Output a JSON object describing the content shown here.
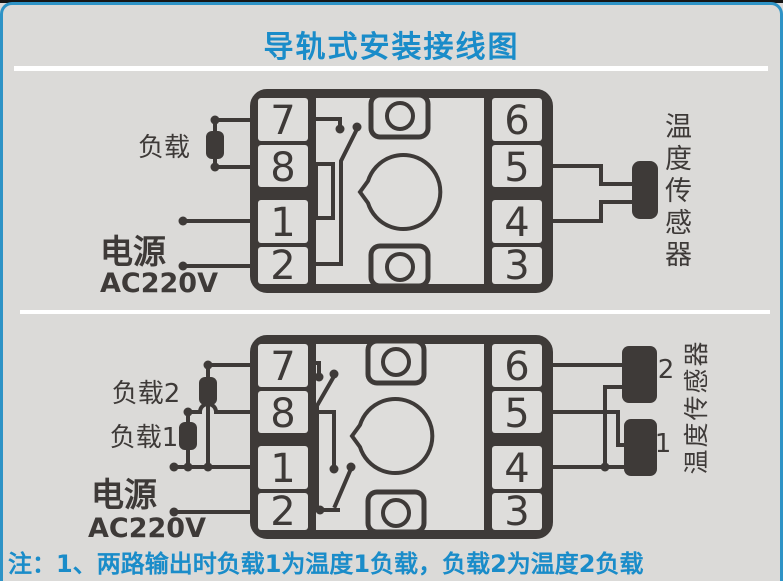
{
  "title": "导轨式安装接线图",
  "note": "注：1、两路输出时负载1为温度1负载，负载2为温度2负载",
  "colors": {
    "accent_blue": "#1a8cc9",
    "frame_blue": "#2e93c6",
    "ink": "#3e3a38",
    "background": "#dbdad8",
    "divider": "#ffffff"
  },
  "diagram_top": {
    "left_terminals": [
      "7",
      "8",
      "1",
      "2"
    ],
    "right_terminals": [
      "6",
      "5",
      "4",
      "3"
    ],
    "load_label": "负载",
    "power_label": "电源",
    "power_voltage": "AC220V",
    "sensor_label": "温度传感器"
  },
  "diagram_bottom": {
    "left_terminals": [
      "7",
      "8",
      "1",
      "2"
    ],
    "right_terminals": [
      "6",
      "5",
      "4",
      "3"
    ],
    "load2_label": "负载2",
    "load1_label": "负载1",
    "power_label": "电源",
    "power_voltage": "AC220V",
    "sensor_label": "温度传感器",
    "sensor2_num": "2",
    "sensor1_num": "1"
  }
}
